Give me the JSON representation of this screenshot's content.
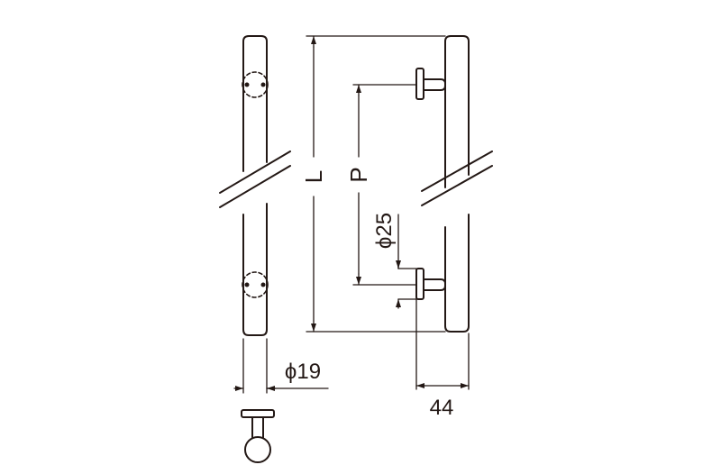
{
  "drawing": {
    "labels": {
      "overall_length": "L",
      "pitch": "P",
      "post_diameter": "ϕ25",
      "bar_diameter": "ϕ19",
      "projection": "44"
    },
    "colors": {
      "line": "#231815",
      "background": "#ffffff"
    }
  }
}
